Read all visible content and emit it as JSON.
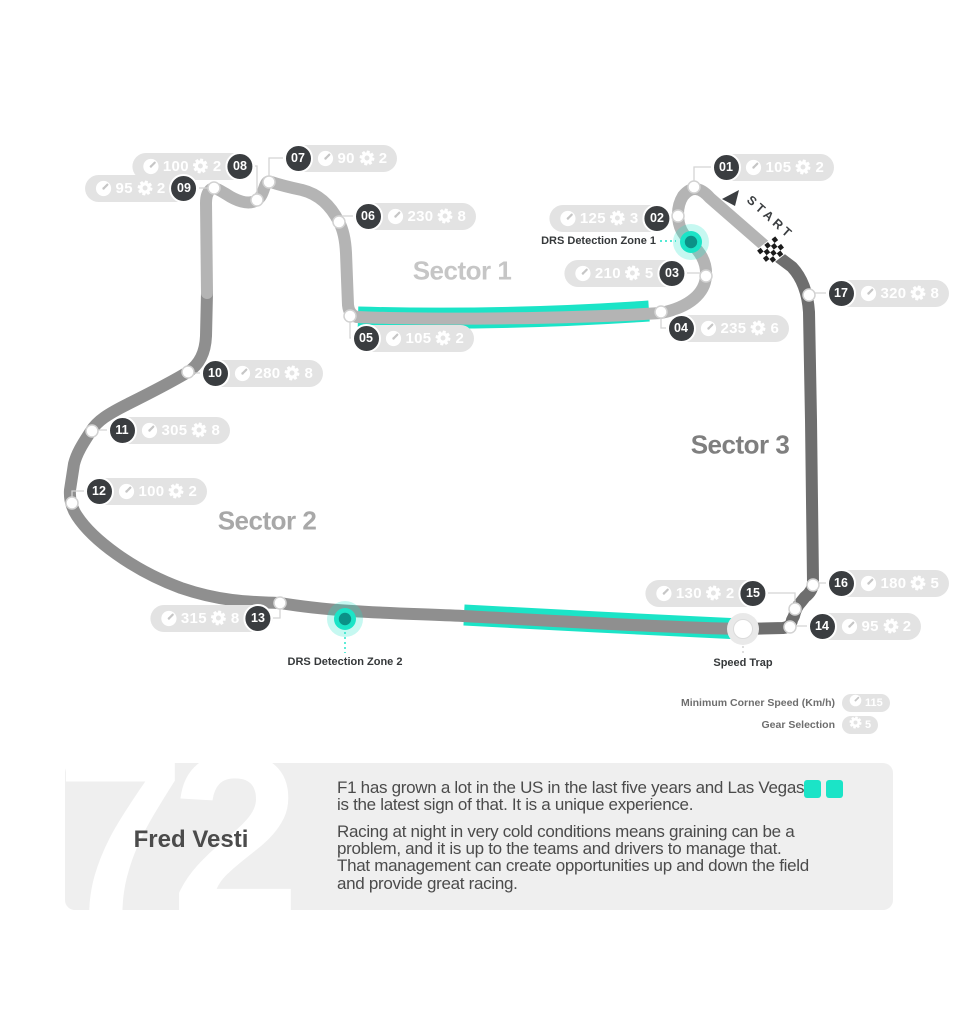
{
  "corners": [
    {
      "num": "01",
      "speed": "105",
      "gear": "2"
    },
    {
      "num": "02",
      "speed": "125",
      "gear": "3"
    },
    {
      "num": "03",
      "speed": "210",
      "gear": "5"
    },
    {
      "num": "04",
      "speed": "235",
      "gear": "6"
    },
    {
      "num": "05",
      "speed": "105",
      "gear": "2"
    },
    {
      "num": "06",
      "speed": "230",
      "gear": "8"
    },
    {
      "num": "07",
      "speed": "90",
      "gear": "2"
    },
    {
      "num": "08",
      "speed": "100",
      "gear": "2"
    },
    {
      "num": "09",
      "speed": "95",
      "gear": "2"
    },
    {
      "num": "10",
      "speed": "280",
      "gear": "8"
    },
    {
      "num": "11",
      "speed": "305",
      "gear": "8"
    },
    {
      "num": "12",
      "speed": "100",
      "gear": "2"
    },
    {
      "num": "13",
      "speed": "315",
      "gear": "8"
    },
    {
      "num": "14",
      "speed": "95",
      "gear": "2"
    },
    {
      "num": "15",
      "speed": "130",
      "gear": "2"
    },
    {
      "num": "16",
      "speed": "180",
      "gear": "5"
    },
    {
      "num": "17",
      "speed": "320",
      "gear": "8"
    }
  ],
  "sector_labels": {
    "s1": "Sector 1",
    "s2": "Sector 2",
    "s3": "Sector 3"
  },
  "markers": {
    "start": "START",
    "drs_zone_1": "DRS Detection Zone 1",
    "drs_zone_2": "DRS Detection Zone 2",
    "speed_trap": "Speed Trap"
  },
  "legend": {
    "min_corner_speed_label": "Minimum Corner Speed (Km/h)",
    "min_corner_speed_value": "115",
    "gear_selection_label": "Gear Selection",
    "gear_selection_value": "5"
  },
  "driver_card": {
    "number": "72",
    "name": "Fred Vesti",
    "quote_p1": "F1 has grown a lot in the US in the last five years and Las Vegas is the latest sign of that. It is a unique experience.",
    "quote_p2": "Racing at night in very cold conditions means graining can be a problem, and it is up to the teams and drivers to manage that. That management can create opportunities up and down the field and provide great racing."
  },
  "colors": {
    "teal": "#1be4c7",
    "teal_deep": "#0b9187",
    "teal_glow": "#1be4c7",
    "sector1_track": "#b4b4b4",
    "sector2_track": "#8f8f8f",
    "sector3_track": "#6e6e6e",
    "pill_bg": "#e3e3e3",
    "badge_bg": "#3a3d40",
    "dark_text": "#3b3e41",
    "connector": "#d4d4d4",
    "sector1_label": "#c6c6c6",
    "sector2_label": "#a8a8a8",
    "sector3_label": "#7f7f7f",
    "panel_bg": "#efefef",
    "flag_dark": "#1b1b1b"
  }
}
